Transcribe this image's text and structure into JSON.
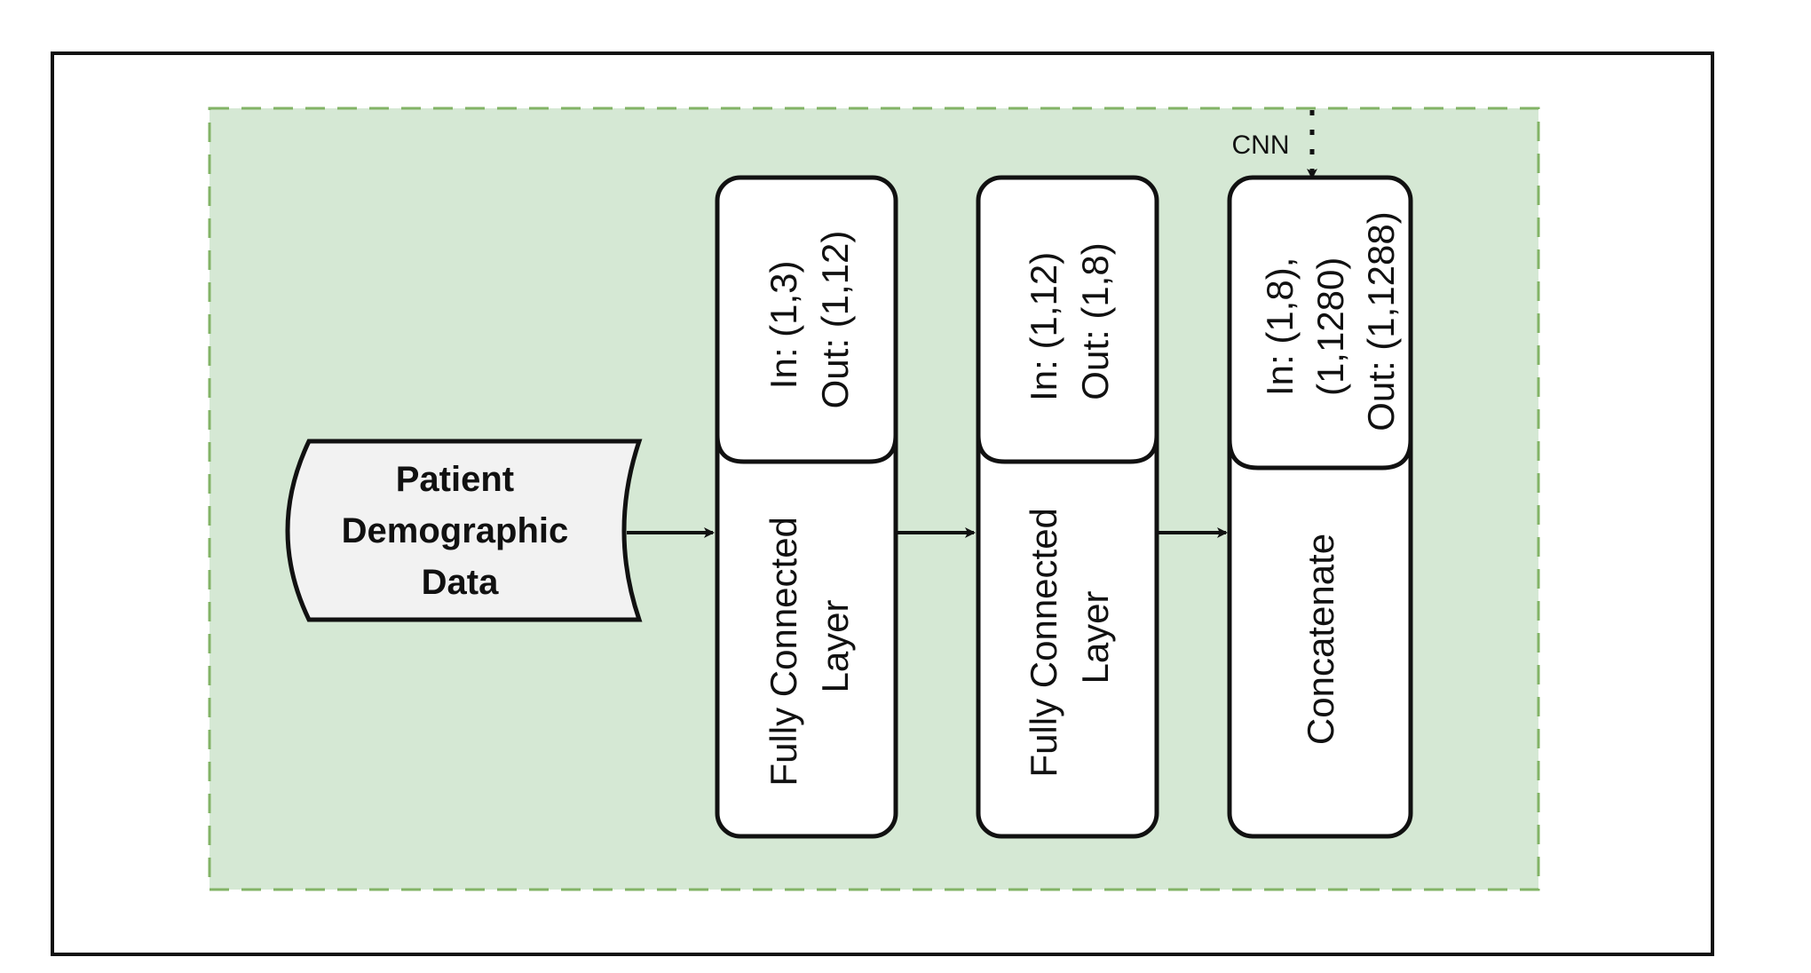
{
  "diagram": {
    "input": {
      "lines": [
        "Patient",
        "Demographic",
        "Data"
      ]
    },
    "cnn_label": "CNN",
    "layers": [
      {
        "name_lines": [
          "Fully Connected",
          "Layer"
        ],
        "shape_lines": [
          "In: (1,3)",
          "Out: (1,12)"
        ]
      },
      {
        "name_lines": [
          "Fully Connected",
          "Layer"
        ],
        "shape_lines": [
          "In: (1,12)",
          "Out: (1,8)"
        ]
      },
      {
        "name_lines": [
          "Concatenate"
        ],
        "shape_lines": [
          "In: (1,8),",
          "(1,1280)",
          "Out: (1,1288)"
        ]
      }
    ],
    "colors": {
      "region_fill": "#d5e8d4",
      "region_border": "#82b366",
      "input_fill": "#f2f2f2",
      "box_fill": "#ffffff",
      "stroke": "#111111"
    }
  }
}
